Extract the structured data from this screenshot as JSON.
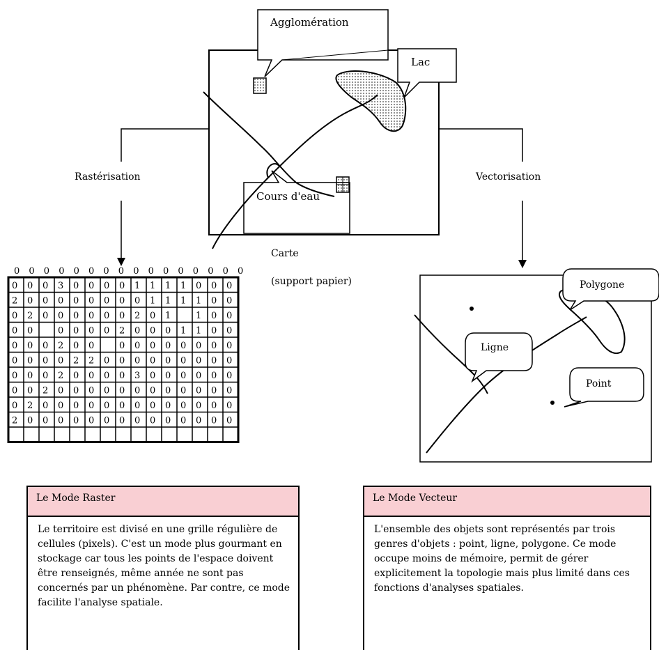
{
  "labels": {
    "agglomeration": "Agglomération",
    "lac": "Lac",
    "cours_eau": "Cours d'eau",
    "rasterisation": "Rastérisation",
    "vectorisation": "Vectorisation",
    "carte": "Carte",
    "support": "(support papier)",
    "polygone": "Polygone",
    "ligne": "Ligne",
    "point": "Point"
  },
  "grid_header": [
    "0",
    "0",
    "0",
    "0",
    "0",
    "0",
    "0",
    "0",
    "0",
    "0",
    "0",
    "0",
    "0",
    "0",
    "0",
    "0"
  ],
  "grid_rows": [
    [
      "0",
      "0",
      "0",
      "3",
      "0",
      "0",
      "0",
      "0",
      "1",
      "1",
      "1",
      "1",
      "0",
      "0",
      "0"
    ],
    [
      "2",
      "0",
      "0",
      "0",
      "0",
      "0",
      "0",
      "0",
      "0",
      "1",
      "1",
      "1",
      "1",
      "0",
      "0"
    ],
    [
      "0",
      "2",
      "0",
      "0",
      "0",
      "0",
      "0",
      "0",
      "2",
      "0",
      "1",
      "",
      "1",
      "0",
      "0"
    ],
    [
      "0",
      "0",
      "",
      "0",
      "0",
      "0",
      "0",
      "2",
      "0",
      "0",
      "0",
      "1",
      "1",
      "0",
      "0"
    ],
    [
      "0",
      "0",
      "0",
      "2",
      "0",
      "0",
      "",
      "0",
      "0",
      "0",
      "0",
      "0",
      "0",
      "0",
      "0"
    ],
    [
      "0",
      "0",
      "0",
      "0",
      "2",
      "2",
      "0",
      "0",
      "0",
      "0",
      "0",
      "0",
      "0",
      "0",
      "0"
    ],
    [
      "0",
      "0",
      "0",
      "2",
      "0",
      "0",
      "0",
      "0",
      "3",
      "0",
      "0",
      "0",
      "0",
      "0",
      "0"
    ],
    [
      "0",
      "0",
      "2",
      "0",
      "0",
      "0",
      "0",
      "0",
      "0",
      "0",
      "0",
      "0",
      "0",
      "0",
      "0"
    ],
    [
      "0",
      "2",
      "0",
      "0",
      "0",
      "0",
      "0",
      "0",
      "0",
      "0",
      "0",
      "0",
      "0",
      "0",
      "0"
    ],
    [
      "2",
      "0",
      "0",
      "0",
      "0",
      "0",
      "0",
      "0",
      "0",
      "0",
      "0",
      "0",
      "0",
      "0",
      "0"
    ],
    [
      "",
      "",
      "",
      "",
      "",
      "",
      "",
      "",
      "",
      "",
      "",
      "",
      "",
      "",
      ""
    ]
  ],
  "raster_box": {
    "title": "Le Mode Raster",
    "text": "Le territoire est divisé en une grille régulière de cellules (pixels). C'est un mode plus gourmant en stockage car tous les points de l'espace doivent être renseignés, même année ne sont pas concernés par un phénomène. Par contre, ce mode facilite l'analyse spatiale."
  },
  "vector_box": {
    "title": "Le Mode Vecteur",
    "text": "L'ensemble des objets sont représentés par trois genres d'objets : point, ligne, polygone.  Ce mode occupe moins de mémoire, permit de gérer explicitement la topologie mais plus limité dans ces fonctions d'analyses spatiales."
  }
}
